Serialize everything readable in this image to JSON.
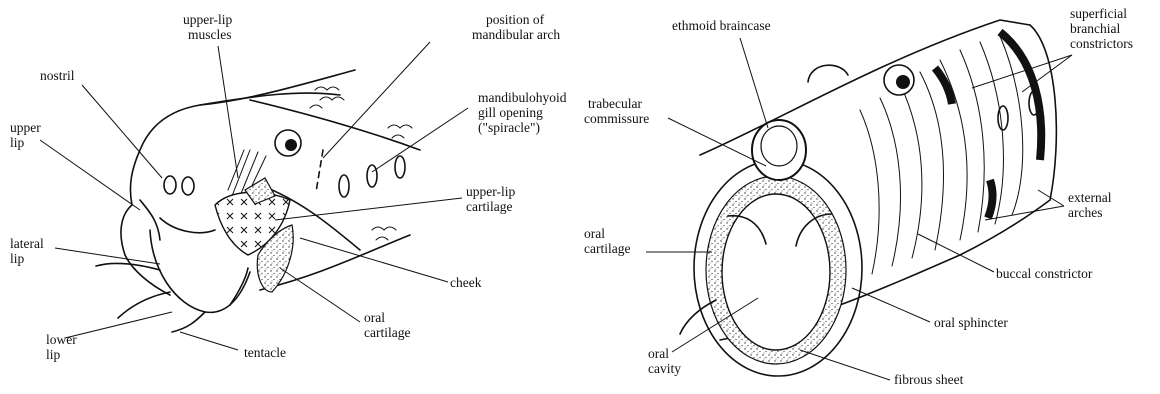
{
  "left_panel": {
    "labels": {
      "nostril": "nostril",
      "upper_lip_muscles": [
        "upper-lip",
        "muscles"
      ],
      "position_mandibular_arch": [
        "position of",
        "mandibular arch"
      ],
      "mandibulohyoid": [
        "mandibulohyoid",
        "gill opening",
        "(\"spiracle\")"
      ],
      "upper_lip": [
        "upper",
        "lip"
      ],
      "upper_lip_cartilage": [
        "upper-lip",
        "cartilage"
      ],
      "lateral_lip": [
        "lateral",
        "lip"
      ],
      "cheek": "cheek",
      "oral_cartilage": [
        "oral",
        "cartilage"
      ],
      "lower_lip": [
        "lower",
        "lip"
      ],
      "tentacle": "tentacle"
    }
  },
  "right_panel": {
    "labels": {
      "ethmoid_braincase": "ethmoid braincase",
      "superficial_branchial_constrictors": [
        "superficial",
        "branchial",
        "constrictors"
      ],
      "trabecular_commissure": [
        "trabecular",
        "commissure"
      ],
      "oral_cartilage": [
        "oral",
        "cartilage"
      ],
      "external_arches": [
        "external",
        "arches"
      ],
      "buccal_constrictor": "buccal constrictor",
      "oral_sphincter": "oral sphincter",
      "oral_cavity": [
        "oral",
        "cavity"
      ],
      "fibrous_sheet": "fibrous sheet"
    }
  }
}
